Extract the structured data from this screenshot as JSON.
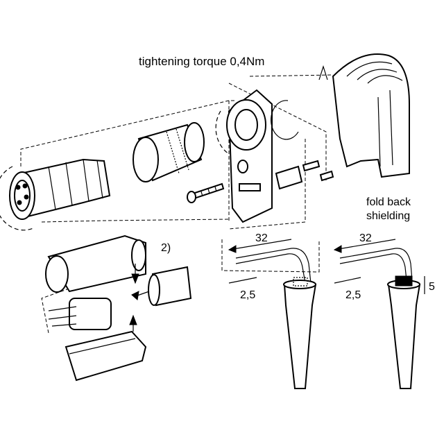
{
  "labels": {
    "torque": "tightening   torque  0,4Nm",
    "fold_back_line1": "fold back",
    "fold_back_line2": "shielding",
    "note_2": "2)",
    "dim_32_left": "32",
    "dim_32_right": "32",
    "dim_25_left": "2,5",
    "dim_25_right": "2,5",
    "dim_5": "5"
  }
}
